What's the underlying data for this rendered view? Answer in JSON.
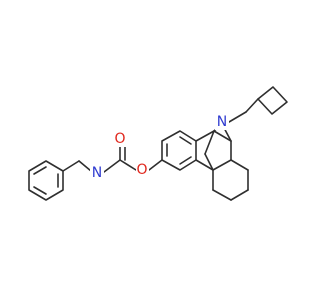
{
  "molecule": {
    "atoms": {
      "nitrogen_carbamate": "N",
      "oxygen_carbonyl": "O",
      "oxygen_ester": "O",
      "nitrogen_ring": "N"
    },
    "colors": {
      "bond": "#2f2f2f",
      "nitrogen": "#2f3bd0",
      "oxygen": "#e0261c",
      "background": "#ffffff"
    }
  }
}
